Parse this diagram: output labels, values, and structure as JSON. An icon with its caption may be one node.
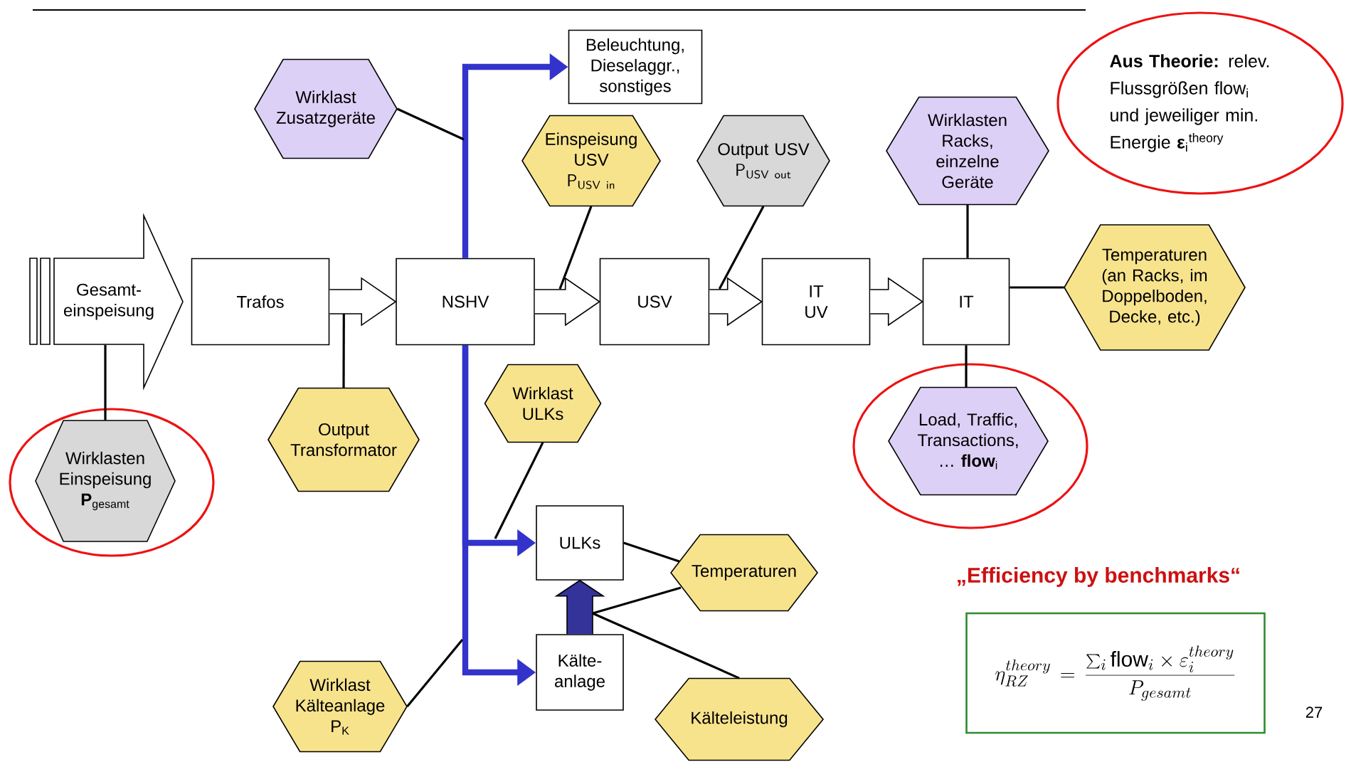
{
  "diagram": {
    "nodes": [
      {
        "text": [
          "Beleuchtung, Dieselaggr., sonstiges"
        ]
      },
      {
        "text": [
          "Wirklast Zusatzgeräte"
        ]
      },
      {
        "text": [
          "**Aus Theorie:** relev. Flussgrößen flow$_{i}$ und jeweiliger min. Energie **ε**$_{i}$$^{theory}$"
        ]
      },
      {
        "text": [
          "Einspeisung USV",
          "\\mathsf{P}_{\\mathsf{USV\\ in}}"
        ]
      },
      {
        "text": [
          "Output USV",
          "\\mathsf{P}_{\\mathsf{USV\\ out}}"
        ]
      },
      {
        "text": [
          "Wirklasten Racks, einzelne Geräte"
        ]
      },
      {
        "text": [
          "Gesamt- einspeisung"
        ]
      },
      {
        "text": [
          "Trafos"
        ]
      },
      {
        "text": [
          "NSHV"
        ]
      },
      {
        "text": [
          "USV"
        ]
      },
      {
        "text": [
          "IT UV"
        ]
      },
      {
        "text": [
          "IT"
        ]
      },
      {
        "text": [
          "Temperaturen (an Racks, im Doppelboden, Decke, etc.)"
        ]
      },
      {
        "text": [
          "Wirklast ULKs"
        ]
      },
      {
        "text": [
          "Output Transformator"
        ]
      },
      {
        "text": [
          "Load, Traffic, Transactions, … **flow**$_{i}$"
        ]
      },
      {
        "text": [
          "Wirklasten Einspeisung **P**$_{gesamt}$"
        ]
      },
      {
        "text": [
          "ULKs"
        ]
      },
      {
        "text": [
          "Temperaturen"
        ]
      },
      {
        "text": [
          "Kälte- anlage"
        ]
      },
      {
        "text": [
          "Wirklast Kälteanlage P$_{K}$"
        ]
      },
      {
        "text": [
          "Kälteleistung"
        ]
      },
      {
        "text": [
          "\\eta_{RZ}^{theory} = \\frac{\\sum_i \\mathrm{flow}_i \\times \\varepsilon_i^{theory}}{P_{gesamt}}"
        ]
      }
    ],
    "edges": [
      {
        "from": 8,
        "to": 0,
        "arrow": "to",
        "style": "thick",
        "color": "#3333cc"
      },
      {
        "from": 1,
        "to": null,
        "arrow": "none"
      },
      {
        "from": 3,
        "to": null,
        "arrow": "none"
      },
      {
        "from": 4,
        "to": 9,
        "arrow": "none"
      },
      {
        "from": 5,
        "to": 11,
        "arrow": "none"
      },
      {
        "from": 7,
        "to": 8,
        "arrow": "to"
      },
      {
        "from": 8,
        "to": 9,
        "arrow": "to"
      },
      {
        "from": 9,
        "to": 10,
        "arrow": "to"
      },
      {
        "from": 10,
        "to": 11,
        "arrow": "to"
      },
      {
        "from": 11,
        "to": 12,
        "arrow": "none"
      },
      {
        "from": 16,
        "to": 6,
        "arrow": "none"
      },
      {
        "from": 14,
        "to": 7,
        "arrow": "none"
      },
      {
        "from": 11,
        "to": 15,
        "arrow": "none"
      },
      {
        "from": 13,
        "to": null,
        "arrow": "none"
      },
      {
        "from": 8,
        "to": 17,
        "arrow": "to",
        "style": "thick",
        "color": "#3333cc"
      },
      {
        "from": 8,
        "to": 19,
        "arrow": "to",
        "style": "thick",
        "color": "#3333cc"
      },
      {
        "from": 17,
        "to": 18,
        "arrow": "none"
      },
      {
        "from": 19,
        "to": 17,
        "arrow": "to",
        "color": "#333399"
      },
      {
        "from": 18,
        "to": null,
        "arrow": "none"
      },
      {
        "from": 21,
        "to": null,
        "arrow": "none"
      },
      {
        "from": 20,
        "to": null,
        "arrow": "none"
      }
    ],
    "labels": [
      "„Efficiency by benchmarks“",
      "27"
    ]
  }
}
